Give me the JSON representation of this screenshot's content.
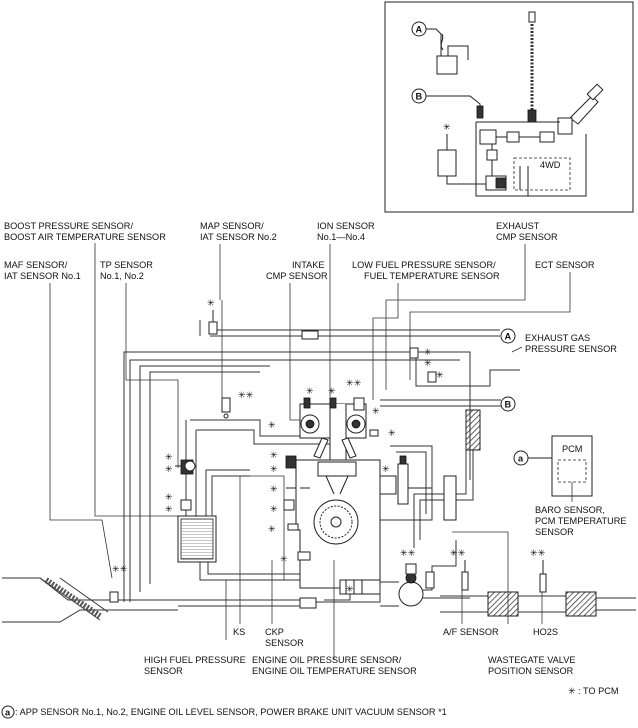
{
  "labels": {
    "boost1": "BOOST PRESSURE SENSOR/",
    "boost2": "BOOST AIR TEMPERATURE SENSOR",
    "maf1": "MAF SENSOR/",
    "maf2": "IAT SENSOR No.1",
    "tp1": "TP SENSOR",
    "tp2": "No.1, No.2",
    "map1": "MAP SENSOR/",
    "map2": "IAT SENSOR No.2",
    "ion1": "ION SENSOR",
    "ion2": "No.1—No.4",
    "intake1": "INTAKE",
    "intake2": "CMP SENSOR",
    "lowfuel1": "LOW FUEL PRESSURE SENSOR/",
    "lowfuel2": "FUEL TEMPERATURE SENSOR",
    "exhcmp1": "EXHAUST",
    "exhcmp2": "CMP SENSOR",
    "ect": "ECT SENSOR",
    "exhgas1": "EXHAUST GAS",
    "exhgas2": "PRESSURE SENSOR",
    "pcm": "PCM",
    "baro1": "BARO SENSOR,",
    "baro2": "PCM TEMPERATURE",
    "baro3": "SENSOR",
    "ks": "KS",
    "ckp1": "CKP",
    "ckp2": "SENSOR",
    "af": "A/F SENSOR",
    "ho2s": "HO2S",
    "highfuel1": "HIGH FUEL PRESSURE",
    "highfuel2": "SENSOR",
    "oil1": "ENGINE OIL PRESSURE SENSOR/",
    "oil2": "ENGINE OIL TEMPERATURE SENSOR",
    "wastegate1": "WASTEGATE VALVE",
    "wastegate2": "POSITION SENSOR",
    "fourwd": "4WD"
  },
  "markers": {
    "A": "A",
    "B": "B",
    "a": "a",
    "star": "✳",
    "double_star": "✳✳"
  },
  "legend": {
    "to_pcm": ": TO PCM",
    "footnote": ": APP SENSOR No.1, No.2, ENGINE OIL LEVEL SENSOR, POWER BRAKE UNIT VACUUM SENSOR *1"
  }
}
